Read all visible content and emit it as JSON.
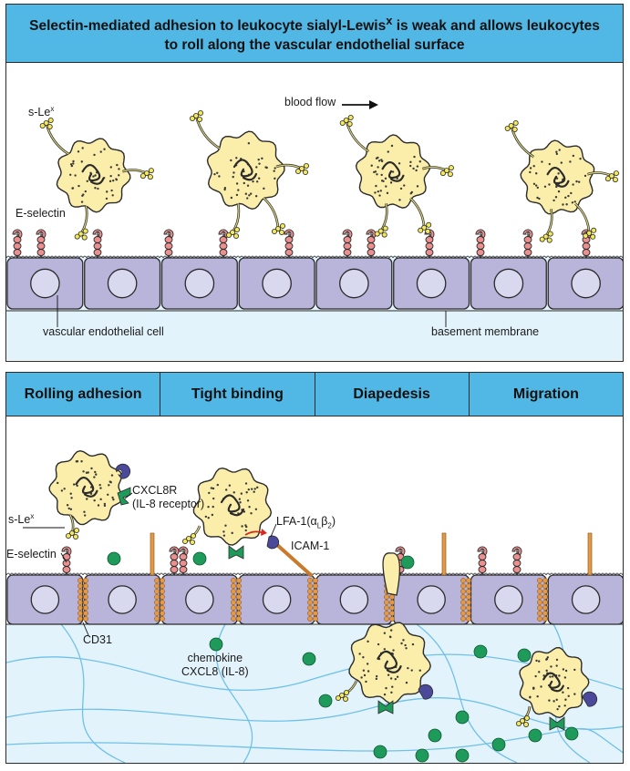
{
  "top_panel": {
    "title_line1": "Selectin-mediated adhesion to leukocyte sialyl-Lewis",
    "title_sup": "x",
    "title_line1_end": " is weak and allows leukocytes",
    "title_line2": "to roll along the vascular endothelial surface",
    "labels": {
      "slex": "s-Le",
      "slex_sup": "x",
      "e_selectin": "E-selectin",
      "blood_flow": "blood flow",
      "endothelial_cell": "vascular endothelial cell",
      "basement_membrane": "basement membrane"
    }
  },
  "bottom_panel": {
    "tabs": [
      "Rolling adhesion",
      "Tight binding",
      "Diapedesis",
      "Migration"
    ],
    "labels": {
      "cxcl8r_line1": "CXCL8R",
      "cxcl8r_line2": "(IL-8 receptor)",
      "slex": "s-Le",
      "slex_sup": "x",
      "e_selectin": "E-selectin",
      "lfa1": "LFA-1(α",
      "lfa1_sub1": "L",
      "lfa1_mid": "β",
      "lfa1_sub2": "2",
      "lfa1_end": ")",
      "icam1": "ICAM-1",
      "cd31": "CD31",
      "chemokine_line1": "chemokine",
      "chemokine_line2": "CXCL8 (IL-8)"
    }
  },
  "colors": {
    "title_bar": "#51b8e6",
    "endothelium": "#b9b4da",
    "nucleus": "#d8d8ee",
    "leukocyte": "#fbeeaa",
    "selectin": "#ec8f8f",
    "slex": "#f4e85a",
    "chemokine": "#1e9a5a",
    "receptor_green": "#1e9a5a",
    "receptor_purple": "#4b4a9a",
    "cd31": "#e8993f",
    "basement": "#e3f3fb",
    "fiber": "#6fc1e8"
  }
}
